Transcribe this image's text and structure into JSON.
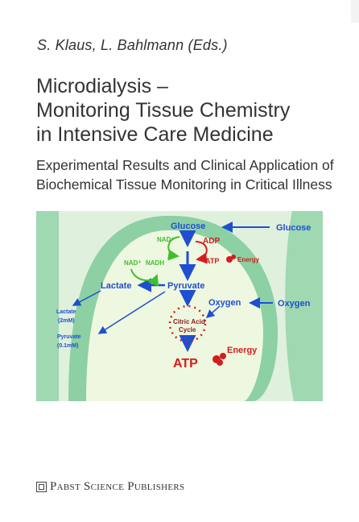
{
  "editors": "S. Klaus, L. Bahlmann (Eds.)",
  "title_lines": [
    "Microdialysis –",
    "Monitoring Tissue Chemistry",
    "in Intensive Care Medicine"
  ],
  "subtitle_lines": [
    "Experimental Results and Clinical Application of",
    "Biochemical Tissue Monitoring in Critical Illness"
  ],
  "diagram": {
    "glucose": "Glucose",
    "glucose_source": "Glucose",
    "nad_top": "NAD⁺",
    "nad_bottom": "NAD⁺",
    "nadh": "NADH",
    "adp": "ADP",
    "atp_small": "ATP",
    "energy_small": "Energy",
    "lactate": "Lactate",
    "pyruvate": "Pyruvate",
    "oxygen": "Oxygen",
    "oxygen_source": "Oxygen",
    "lactate_out": "Lactate",
    "lactate_conc": "(2mM)",
    "pyruvate_out": "Pyruvate",
    "pyruvate_conc": "(0.1mM)",
    "citric_1": "Citric Acid",
    "citric_2": "Cycle",
    "atp_big": "ATP",
    "energy_big": "Energy",
    "colors": {
      "blue": "#1f4fd0",
      "green": "#3fbf2f",
      "red": "#d21e1e",
      "cell": "#8cd0a4",
      "cell_inner": "#eef7df"
    }
  },
  "publisher": "Pabst Science Publishers"
}
